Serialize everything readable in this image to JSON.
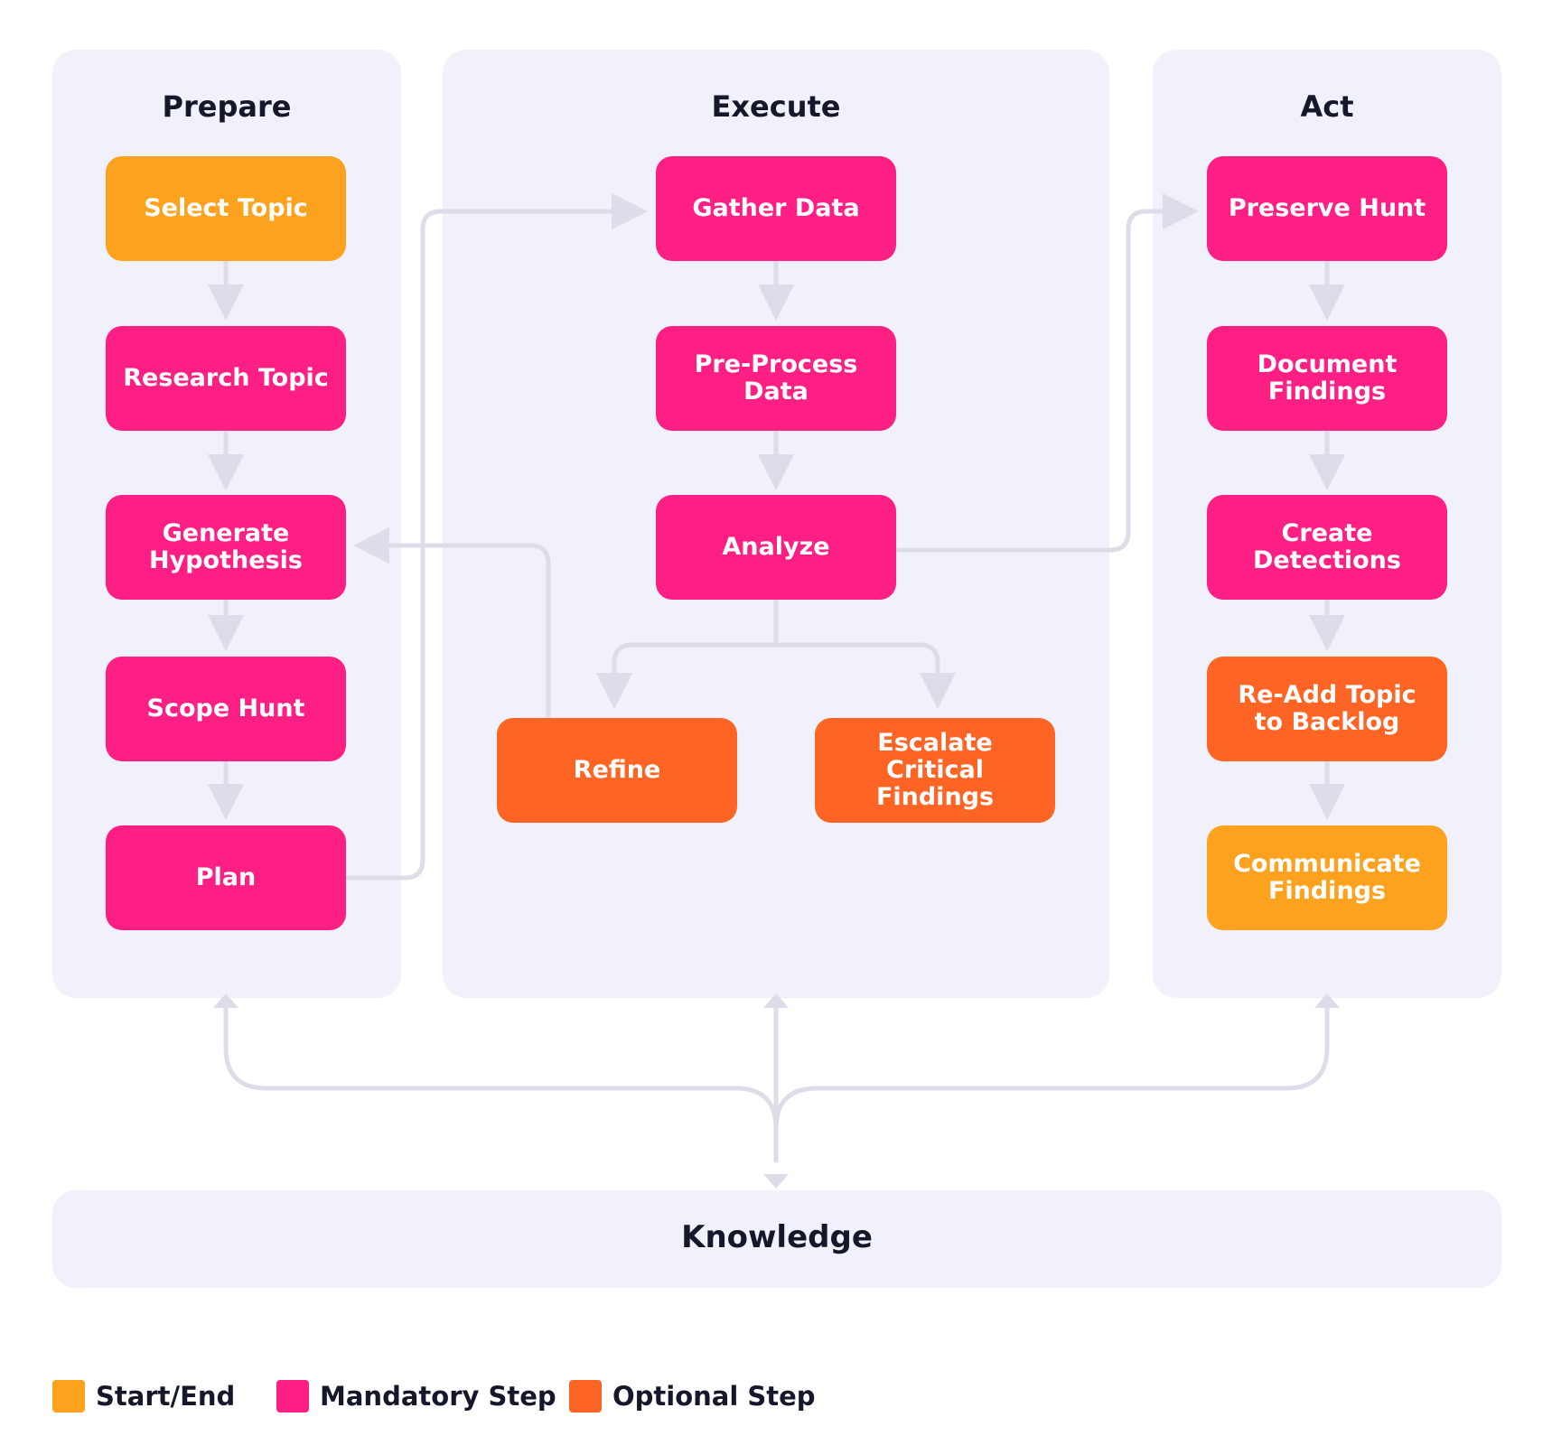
{
  "phases": {
    "prepare": "Prepare",
    "execute": "Execute",
    "act": "Act",
    "knowledge": "Knowledge"
  },
  "steps": {
    "select_topic": "Select Topic",
    "research_topic": "Research Topic",
    "generate_hypothesis": "Generate\nHypothesis",
    "scope_hunt": "Scope Hunt",
    "plan": "Plan",
    "gather_data": "Gather Data",
    "pre_process_data": "Pre-Process\nData",
    "analyze": "Analyze",
    "refine": "Refine",
    "escalate_critical_findings": "Escalate Critical\nFindings",
    "preserve_hunt": "Preserve Hunt",
    "document_findings": "Document\nFindings",
    "create_detections": "Create\nDetections",
    "re_add_topic_to_backlog": "Re-Add Topic\nto Backlog",
    "communicate_findings": "Communicate\nFindings"
  },
  "legend": {
    "start_end": {
      "label": "Start/End",
      "color": "#fda21f"
    },
    "mandatory": {
      "label": "Mandatory Step",
      "color": "#fe1f85"
    },
    "optional": {
      "label": "Optional Step",
      "color": "#fe6424"
    }
  },
  "colors": {
    "panel_background": "#f0f1fa",
    "connector": "#dcdde8"
  }
}
